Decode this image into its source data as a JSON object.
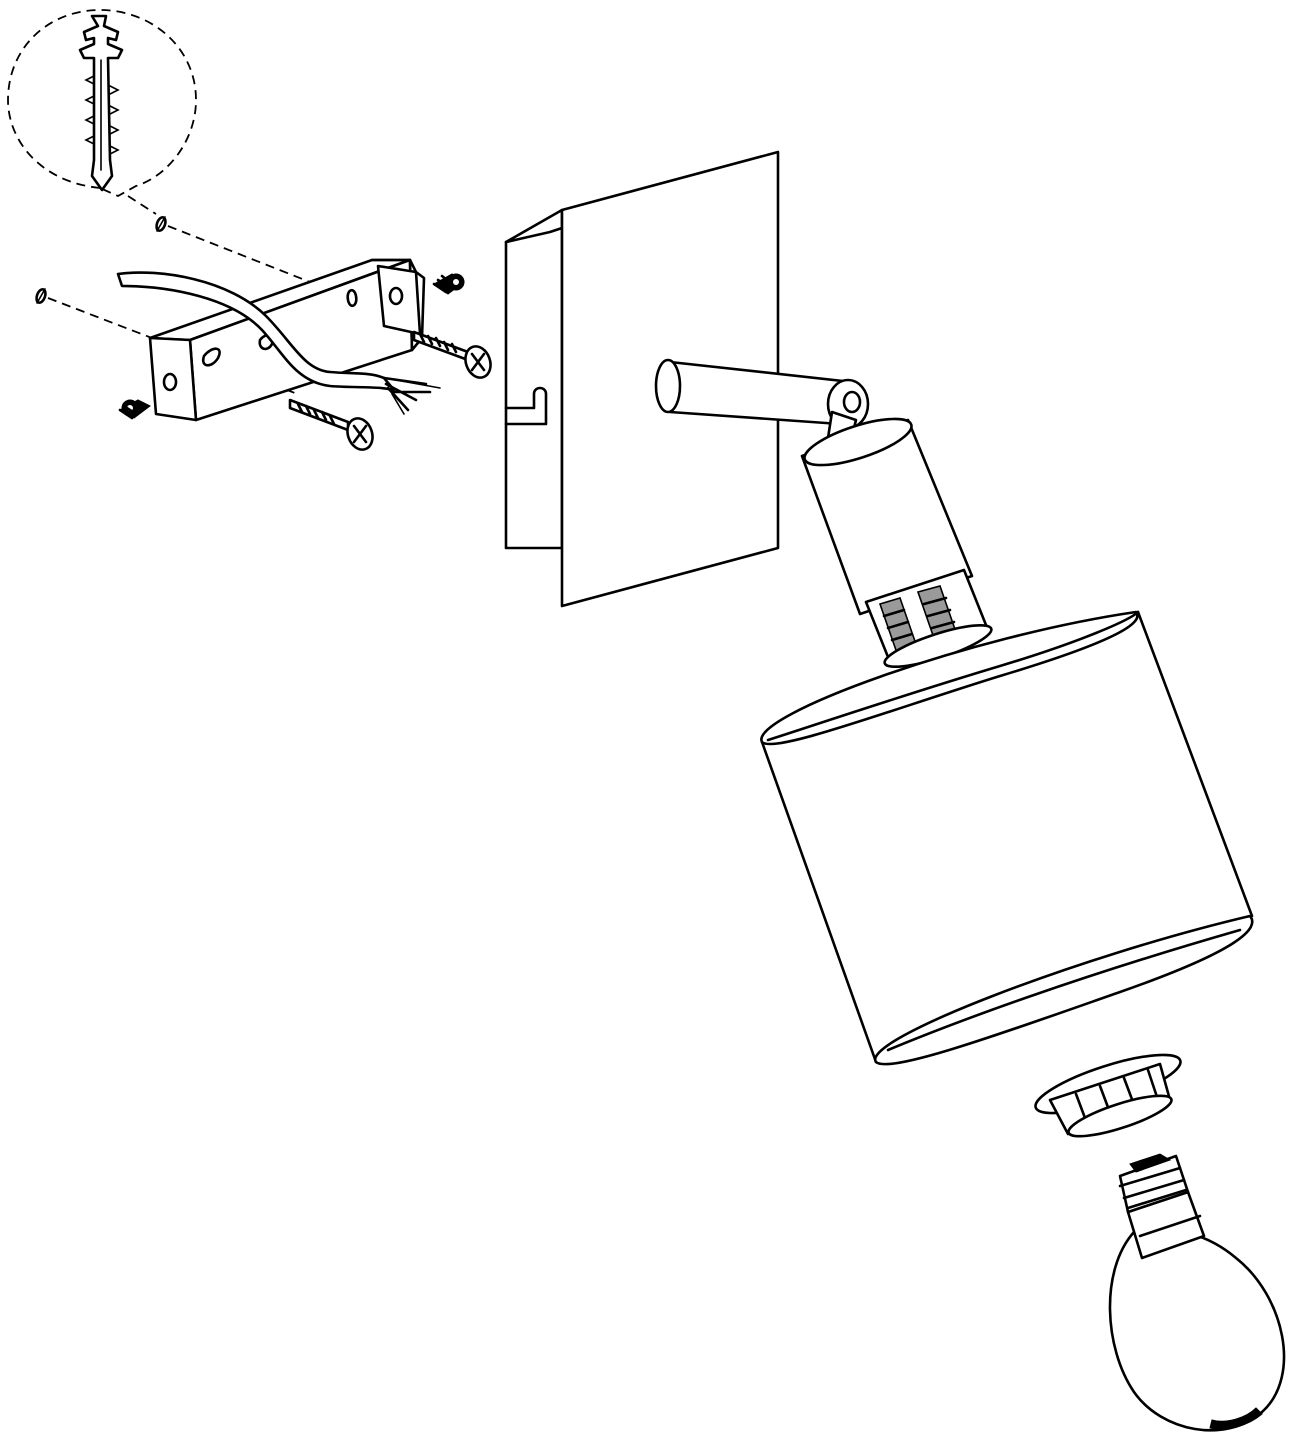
{
  "diagram": {
    "type": "exploded assembly drawing",
    "colors": {
      "line": "#000000",
      "background": "#ffffff"
    },
    "parts": [
      {
        "id": "wall-plug-detail",
        "icon": "wall-plug-icon"
      },
      {
        "id": "wall-plugs",
        "count": 2
      },
      {
        "id": "mounting-bracket"
      },
      {
        "id": "mains-cable"
      },
      {
        "id": "bracket-screws",
        "count": 2
      },
      {
        "id": "wall-screws",
        "count": 2
      },
      {
        "id": "wall-plate"
      },
      {
        "id": "arm"
      },
      {
        "id": "lamp-holder"
      },
      {
        "id": "shade"
      },
      {
        "id": "shade-ring"
      },
      {
        "id": "bulb",
        "icon": "bulb-icon"
      }
    ]
  }
}
